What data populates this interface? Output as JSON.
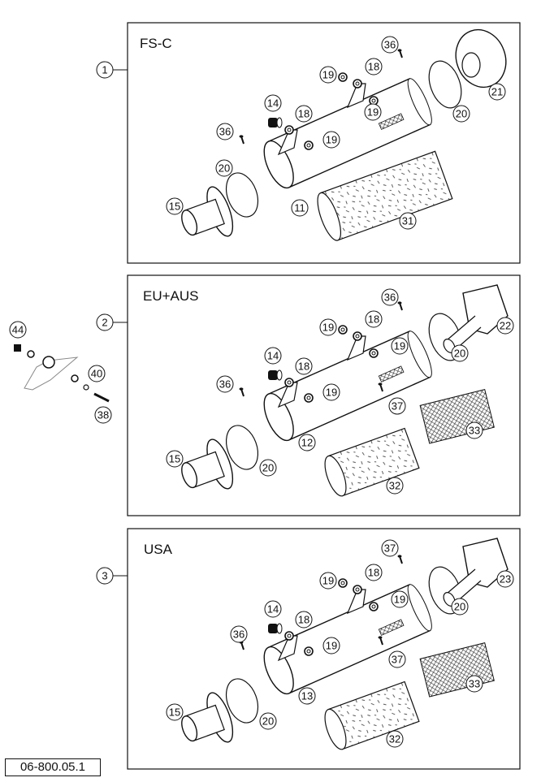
{
  "panels": [
    {
      "index": "1",
      "title": "FS-C",
      "labels": {
        "silencer": "11",
        "end_cap": "15",
        "gasket_front": "20",
        "gasket_rear": "20",
        "insert": "31",
        "end_piece": "21",
        "screw_top": "36",
        "screw_left": "36",
        "bracket_a": "18",
        "bracket_b": "18",
        "washer_a": "19",
        "washer_b": "19",
        "washer_c": "19",
        "washer_d": "19",
        "bushing": "14"
      }
    },
    {
      "index": "2",
      "title": "EU+AUS",
      "labels": {
        "silencer": "12",
        "end_cap": "15",
        "gasket_front": "20",
        "gasket_rear": "20",
        "insert": "32",
        "mesh": "33",
        "end_piece": "22",
        "screw_top": "36",
        "screw_left": "36",
        "bracket_a": "18",
        "bracket_b": "18",
        "washer_a": "19",
        "washer_b": "19",
        "washer_c": "19",
        "bushing": "14",
        "screw_small": "37"
      }
    },
    {
      "index": "3",
      "title": "USA",
      "labels": {
        "silencer": "13",
        "end_cap": "15",
        "gasket_front": "20",
        "gasket_rear": "20",
        "insert": "32",
        "mesh": "33",
        "end_piece": "23",
        "screw_top": "37",
        "screw_left": "36",
        "bracket_a": "18",
        "bracket_b": "18",
        "washer_a": "19",
        "washer_b": "19",
        "washer_c": "19",
        "bushing": "14",
        "screw_small": "37"
      }
    }
  ],
  "side_detail": {
    "labels": {
      "nut": "44",
      "washer": "40",
      "bolt": "38"
    }
  },
  "diagram_code": "06-800.05.1"
}
